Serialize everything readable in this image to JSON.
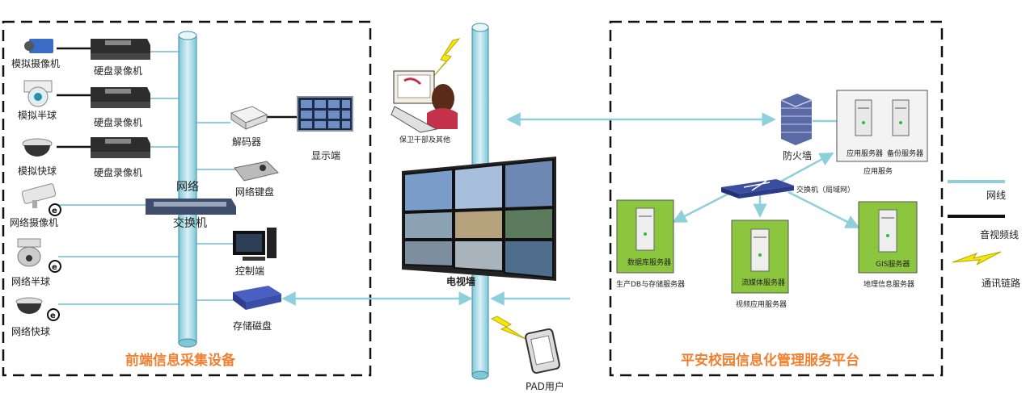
{
  "left_panel": {
    "title": "前端信息采集设备",
    "devices": [
      {
        "camera": "模拟摄像机",
        "recorder": "硬盘录像机"
      },
      {
        "camera": "模拟半球",
        "recorder": "硬盘录像机"
      },
      {
        "camera": "模拟快球",
        "recorder": "硬盘录像机"
      }
    ],
    "network_cameras": [
      "网络摄像机",
      "网络半球",
      "网络快球"
    ],
    "switch_label_top": "网络",
    "switch_label_bottom": "交换机",
    "decoder": "解码器",
    "display": "显示端",
    "keyboard": "网络键盘",
    "console": "控制端",
    "storage": "存储磁盘"
  },
  "center": {
    "security_desk": "保卫干部及其他",
    "video_wall": "电视墙",
    "pad_user": "PAD用户"
  },
  "right_panel": {
    "title": "平安校园信息化管理服务平台",
    "firewall": "防火墙",
    "app_server": "应用服务器",
    "backup_server": "备份服务器",
    "app_service": "应用服务",
    "switch": "交换机（局域网）",
    "db_server": "数据库服务器",
    "db_caption": "生产DB与存储服务器",
    "media_server": "流媒体服务器",
    "media_caption": "视频应用服务器",
    "gis_server": "GIS服务器",
    "gis_caption": "地理信息服务器"
  },
  "legend": {
    "network": "网线",
    "av": "音视频线",
    "comm": "通讯链路"
  },
  "colors": {
    "network": "#8ecfdc",
    "title": "#f08030",
    "green": "#8cc63f"
  }
}
